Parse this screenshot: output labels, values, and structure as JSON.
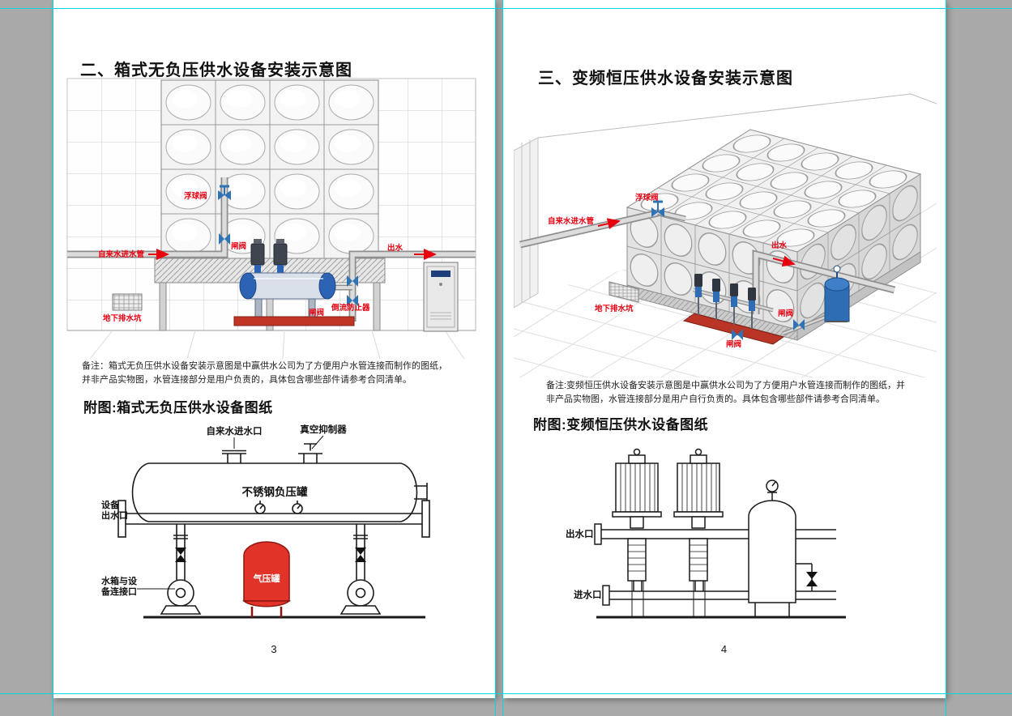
{
  "workspace": {
    "background_color": "#a9a9a9",
    "guide_color": "#00d8e0",
    "page_color": "#ffffff",
    "label_red": "#e8000f",
    "equipment_blue": "#2e6db4",
    "air_tank_red": "#e23329"
  },
  "left_page": {
    "heading": "二、箱式无负压供水设备安装示意图",
    "note_line1": "备注：箱式无负压供水设备安装示意图是中赢供水公司为了方便用户水管连接而制作的图纸，",
    "note_line2": "并非产品实物图，水管连接部分是用户负责的，具体包含哪些部件请参考合同清单。",
    "attachment_heading": "附图:箱式无负压供水设备图纸",
    "page_number": "3",
    "diagram": {
      "label_inlet_pipe": "自来水进水管",
      "label_float_valve": "浮球阀",
      "label_gate_valve": "闸阀",
      "label_outlet": "出水",
      "label_drain_pit": "地下排水坑",
      "label_gate_valve2": "闸阀",
      "label_backflow": "倒流防止器"
    },
    "drawing": {
      "label_tap_inlet": "自来水进水口",
      "label_vacuum": "真空抑制器",
      "label_tank": "不锈钢负压罐",
      "label_outlet_1": "设备",
      "label_outlet_2": "出水口",
      "label_air_tank": "气压罐",
      "label_connect_1": "水箱与设",
      "label_connect_2": "备连接口"
    }
  },
  "right_page": {
    "heading": "三、变频恒压供水设备安装示意图",
    "note_line1": "备注:变频恒压供水设备安装示意图是中赢供水公司为了方便用户水管连接而制作的图纸，并",
    "note_line2": "非产品实物图，水管连接部分是用户自行负责的。具体包含哪些部件请参考合同清单。",
    "attachment_heading": "附图:变频恒压供水设备图纸",
    "page_number": "4",
    "diagram": {
      "label_inlet_pipe": "自来水进水管",
      "label_float_valve": "浮球阀",
      "label_outlet": "出水",
      "label_drain_pit": "地下排水坑",
      "label_gate_valve1": "闸阀",
      "label_gate_valve2": "闸阀"
    },
    "drawing": {
      "label_outlet": "出水口",
      "label_inlet": "进水口"
    }
  }
}
